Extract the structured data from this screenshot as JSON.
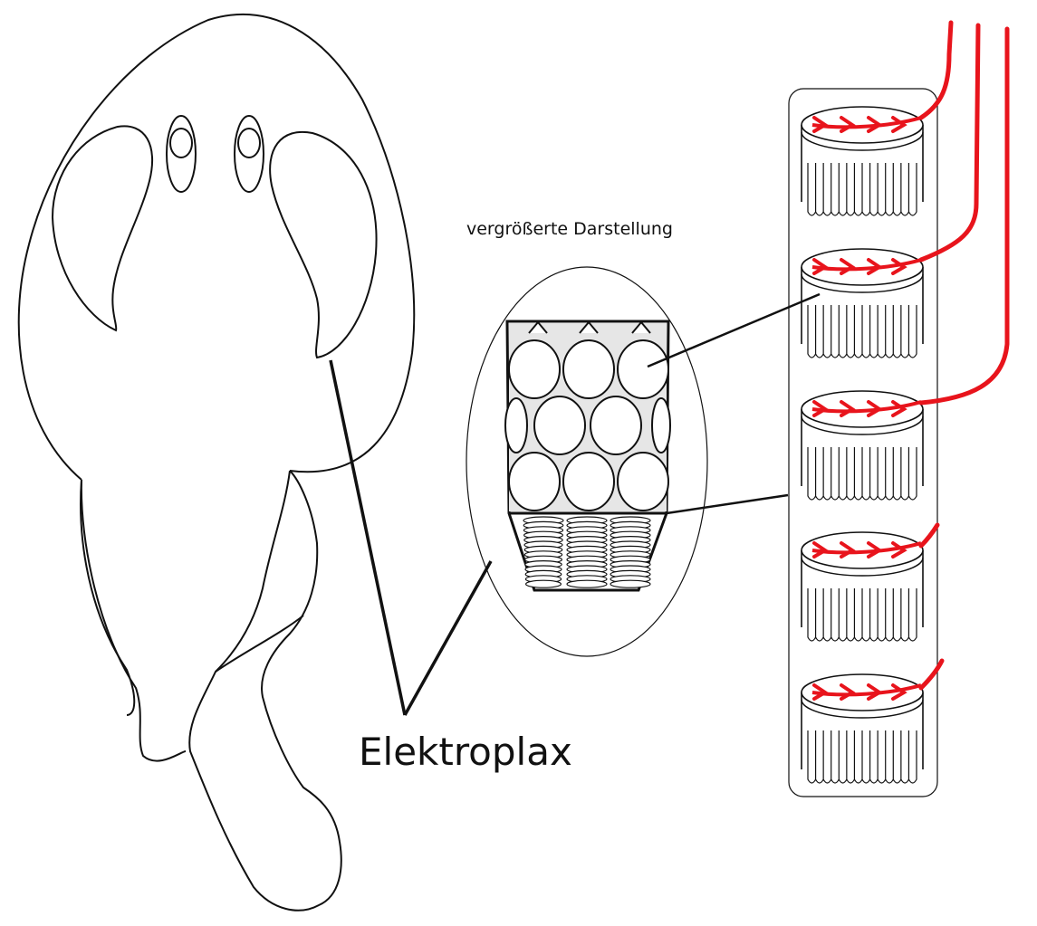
{
  "diagram": {
    "caption_zoom": "vergrößerte Darstellung",
    "label_main": "Elektroplax",
    "electrocyte_stack_count": 5,
    "colors": {
      "outline": "#111111",
      "nerve": "#e8141c",
      "background": "#ffffff"
    }
  }
}
